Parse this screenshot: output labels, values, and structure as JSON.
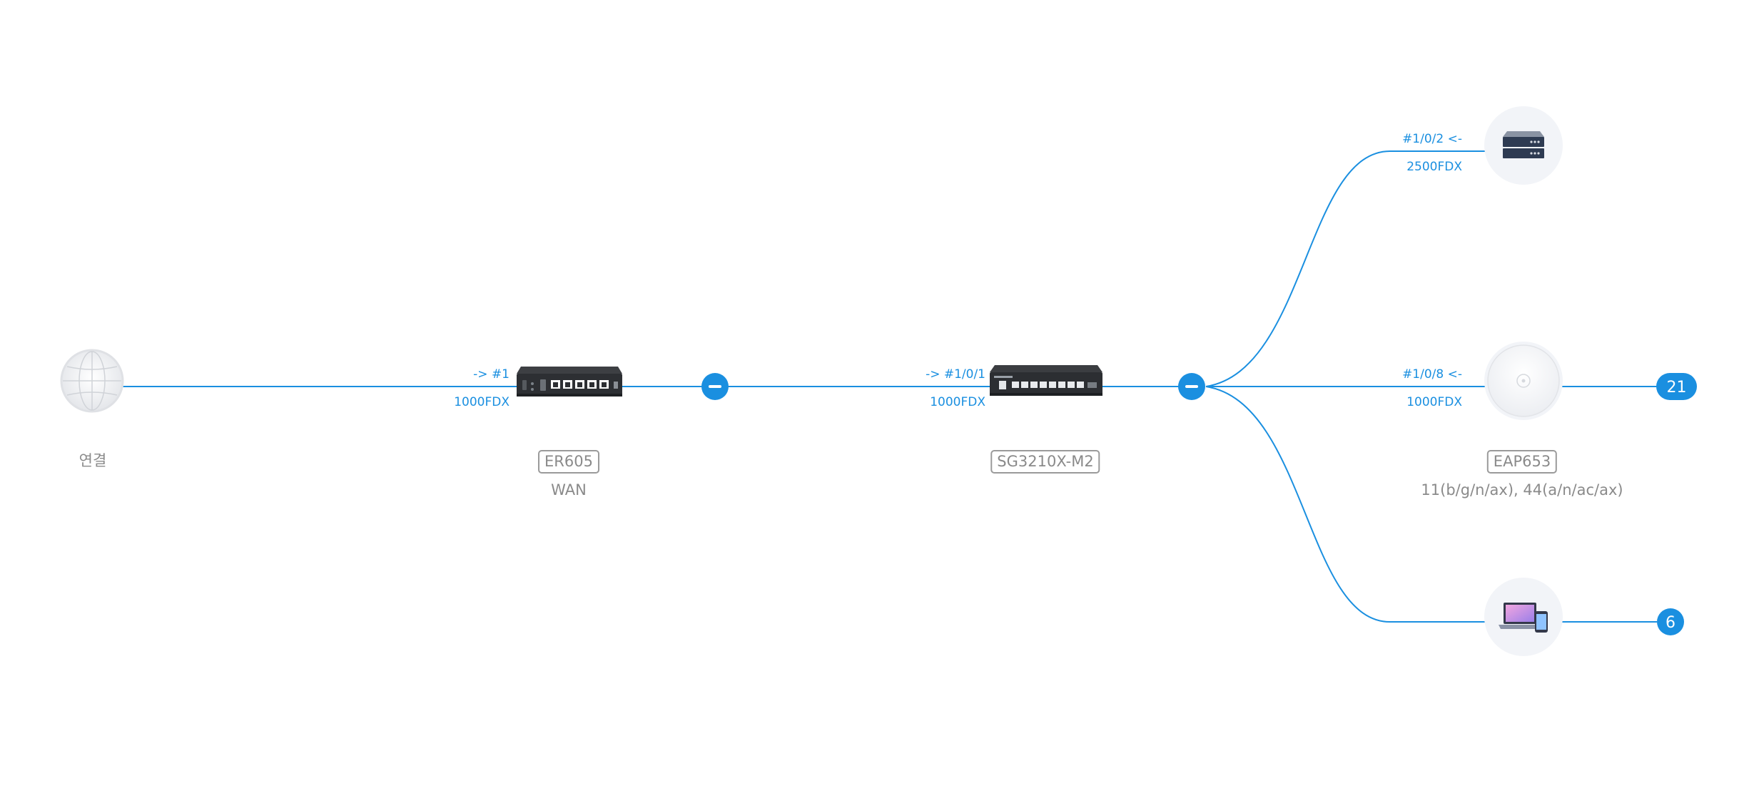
{
  "internet": {
    "label": "연결",
    "icon": "globe-icon"
  },
  "gateway": {
    "model": "ER605",
    "sub": "WAN",
    "port": "-> #1",
    "speed": "1000FDX",
    "icon": "router-icon"
  },
  "switch": {
    "model": "SG3210X-M2",
    "port": "-> #1/0/1",
    "speed": "1000FDX",
    "icon": "switch-icon"
  },
  "server": {
    "port": "#1/0/2 <-",
    "speed": "2500FDX",
    "icon": "server-icon"
  },
  "access_point": {
    "model": "EAP653",
    "sub": "11(b/g/n/ax), 44(a/n/ac/ax)",
    "port": "#1/0/8 <-",
    "speed": "1000FDX",
    "client_count": "21",
    "icon": "access-point-icon"
  },
  "clients": {
    "client_count": "6",
    "icon": "laptop-phone-icon"
  },
  "colors": {
    "link": "#1a8fe0",
    "badge": "#1a8fe0",
    "node_bg": "#f2f4f8"
  }
}
